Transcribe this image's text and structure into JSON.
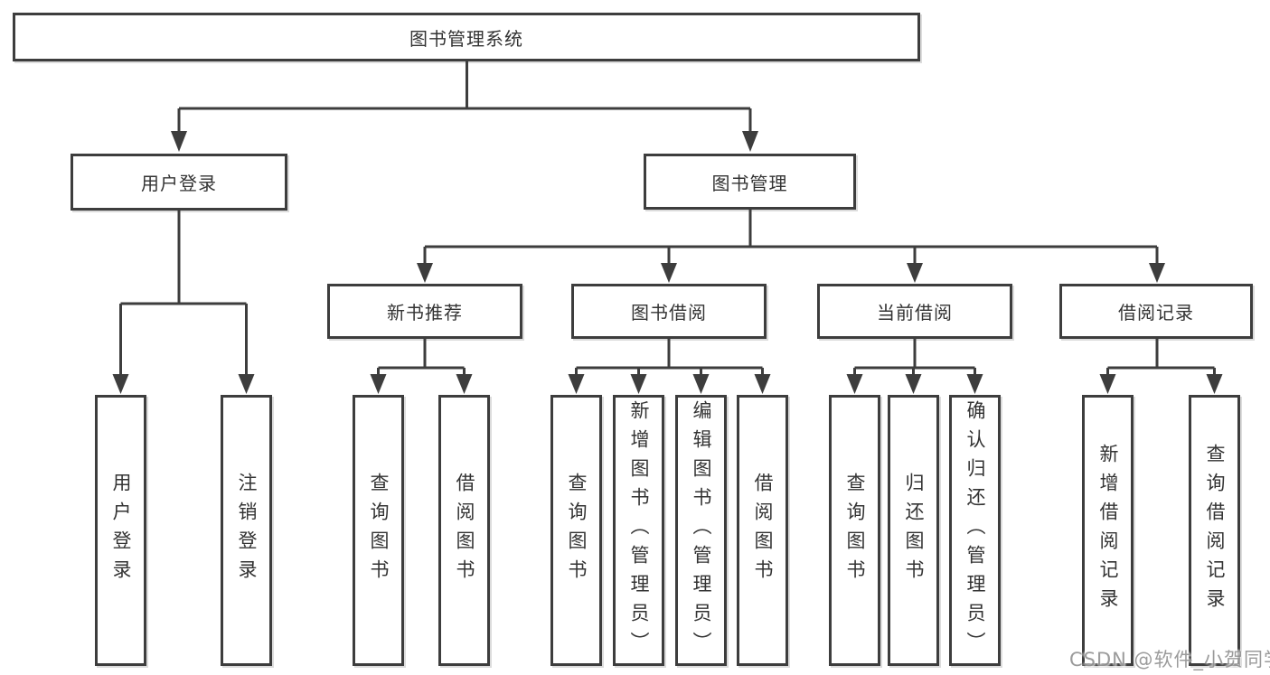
{
  "nodes": {
    "root": "图书管理系统",
    "user_login": "用户登录",
    "book_management": "图书管理",
    "new_book_recommend": "新书推荐",
    "book_borrowing": "图书借阅",
    "current_borrowing": "当前借阅",
    "borrowing_records": "借阅记录",
    "leaf_user_login": "用户登录",
    "leaf_logout": "注销登录",
    "leaf_query_books_1": "查询图书",
    "leaf_borrow_books_1": "借阅图书",
    "leaf_query_books_2": "查询图书",
    "leaf_add_books_admin": "新增图书（管理员）",
    "leaf_edit_books_admin": "编辑图书（管理员）",
    "leaf_borrow_books_2": "借阅图书",
    "leaf_query_books_3": "查询图书",
    "leaf_return_books": "归还图书",
    "leaf_confirm_return_admin": "确认归还（管理员）",
    "leaf_add_borrow_record": "新增借阅记录",
    "leaf_query_borrow_record": "查询借阅记录"
  },
  "watermark": "CSDN @软件_小贺同学",
  "colors": {
    "line": "#3d3d3d",
    "text": "#333333",
    "watermark": "#8a8a8a",
    "background": "#ffffff"
  }
}
